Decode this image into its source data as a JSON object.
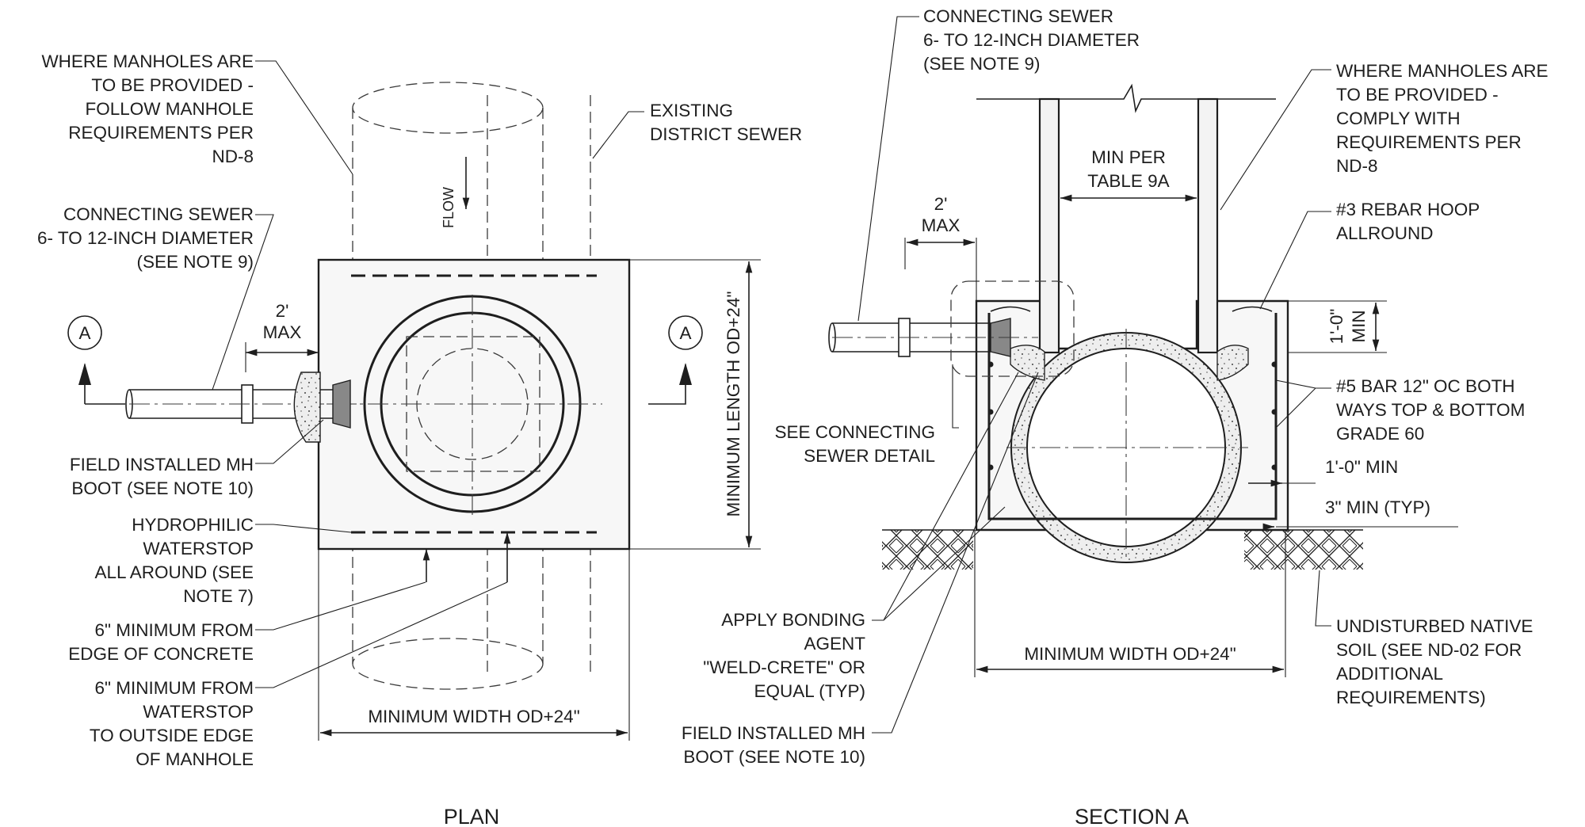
{
  "plan": {
    "title": "PLAN",
    "section_mark_left": "A",
    "section_mark_right": "A",
    "callouts": {
      "manholes": [
        "WHERE MANHOLES ARE",
        "TO BE PROVIDED -",
        "FOLLOW MANHOLE",
        "REQUIREMENTS PER",
        "ND-8"
      ],
      "existing_sewer": [
        "EXISTING",
        "DISTRICT SEWER"
      ],
      "connecting_sewer": [
        "CONNECTING SEWER",
        "6- TO 12-INCH DIAMETER",
        "(SEE NOTE 9)"
      ],
      "max_dim": [
        "2'",
        "MAX"
      ],
      "flow": "FLOW",
      "min_length": "MINIMUM LENGTH OD+24\"",
      "mh_boot": [
        "FIELD INSTALLED MH",
        "BOOT (SEE NOTE 10)"
      ],
      "waterstop": [
        "HYDROPHILIC",
        "WATERSTOP",
        "ALL AROUND (SEE",
        "NOTE 7)"
      ],
      "edge_concrete": [
        "6\" MINIMUM FROM",
        "EDGE OF CONCRETE"
      ],
      "waterstop_edge": [
        "6\" MINIMUM FROM",
        "WATERSTOP",
        "TO OUTSIDE EDGE",
        "OF MANHOLE"
      ],
      "min_width": "MINIMUM WIDTH OD+24\""
    }
  },
  "section": {
    "title": "SECTION A",
    "callouts": {
      "connecting_sewer": [
        "CONNECTING SEWER",
        "6- TO 12-INCH DIAMETER",
        "(SEE NOTE 9)"
      ],
      "manholes": [
        "WHERE MANHOLES ARE",
        "TO BE PROVIDED -",
        "COMPLY WITH",
        "REQUIREMENTS PER",
        "ND-8"
      ],
      "min_per_table": [
        "MIN PER",
        "TABLE 9A"
      ],
      "max_dim": [
        "2'",
        "MAX"
      ],
      "rebar_hoop": [
        "#3 REBAR HOOP",
        "ALLROUND"
      ],
      "one_ft_min": [
        "1'-0\"",
        "MIN"
      ],
      "see_connecting": [
        "SEE CONNECTING",
        "SEWER DETAIL"
      ],
      "bar5": [
        "#5 BAR 12\" OC BOTH",
        "WAYS TOP & BOTTOM",
        "GRADE 60"
      ],
      "one_ft_min_right": "1'-0\" MIN",
      "three_in_min": "3\" MIN (TYP)",
      "bonding_agent": [
        "APPLY BONDING",
        "AGENT",
        "\"WELD-CRETE\" OR",
        "EQUAL (TYP)"
      ],
      "mh_boot": [
        "FIELD INSTALLED MH",
        "BOOT (SEE NOTE 10)"
      ],
      "native_soil": [
        "UNDISTURBED NATIVE",
        "SOIL (SEE ND-02 FOR",
        "ADDITIONAL",
        "REQUIREMENTS)"
      ],
      "min_width": "MINIMUM WIDTH OD+24\""
    }
  }
}
